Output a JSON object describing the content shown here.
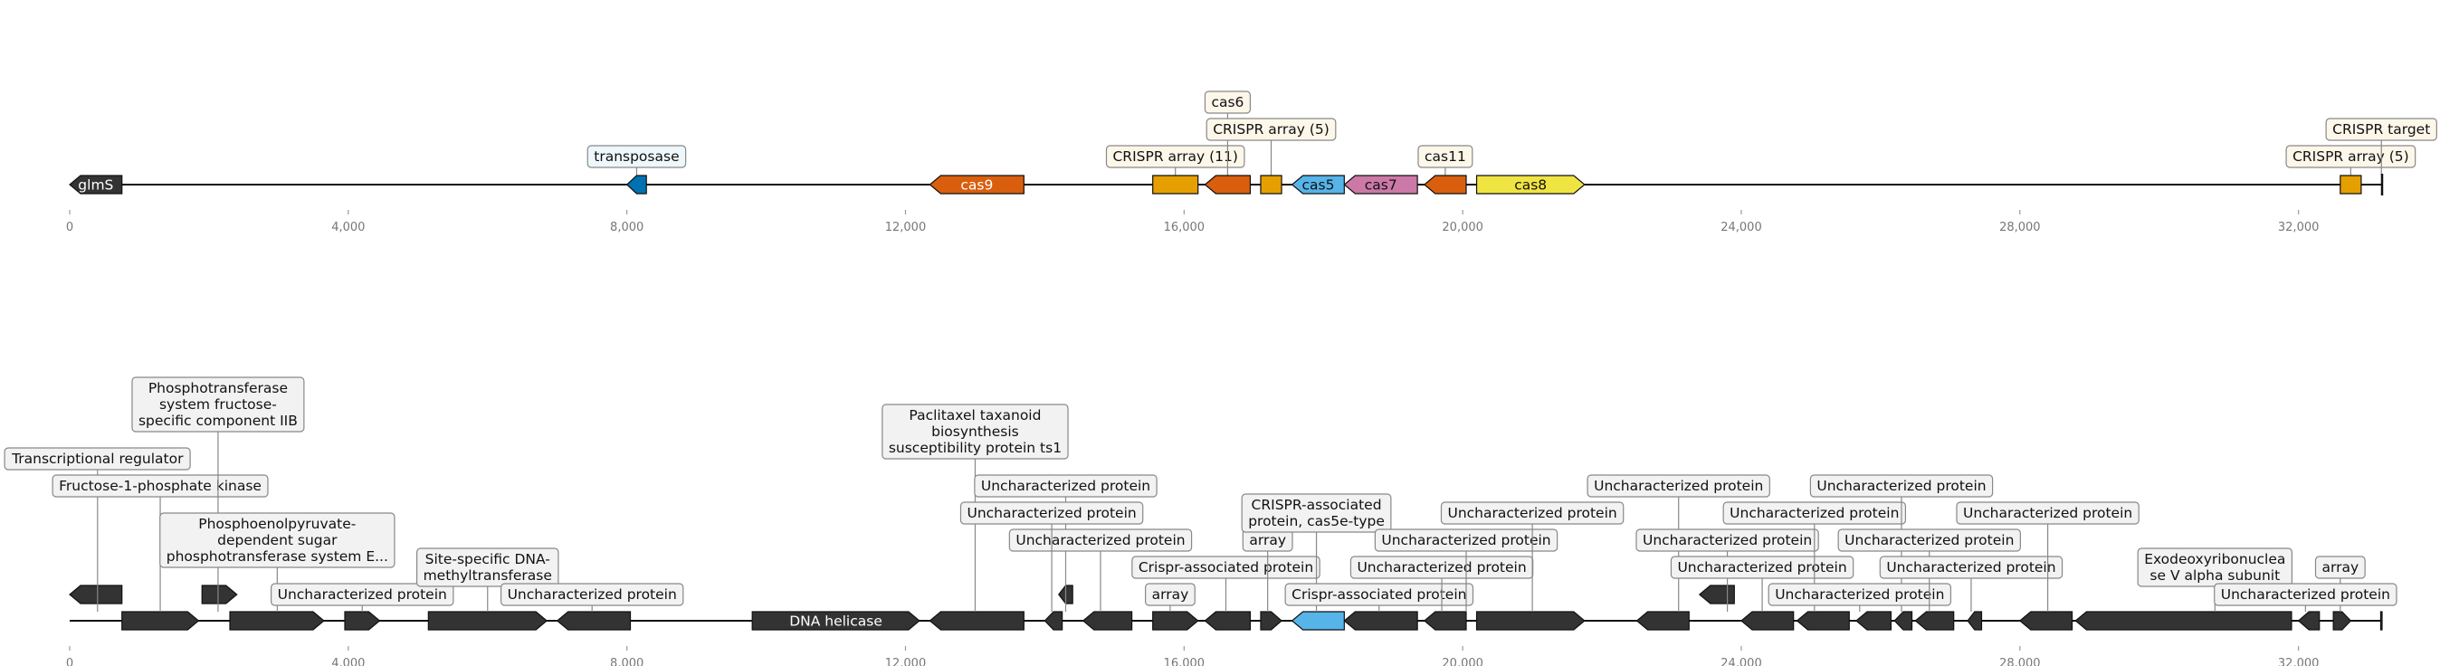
{
  "colors": {
    "dark": "#333333",
    "orange": "#D95F0E",
    "amber": "#E69F00",
    "blue": "#56B4E9",
    "darkblue": "#0072B2",
    "pink": "#CC79A7",
    "yellow": "#F0E442",
    "label_bg_warm": "#fdf7ea",
    "label_bg_cool": "#eef7fb",
    "label_bg_grey": "#f2f2f2"
  },
  "axis": {
    "start": 0,
    "end": 33200,
    "ticks": [
      0,
      4000,
      8000,
      12000,
      16000,
      20000,
      24000,
      28000,
      32000
    ],
    "tick_labels": [
      "0",
      "4,000",
      "8,000",
      "12,000",
      "16,000",
      "20,000",
      "24,000",
      "28,000",
      "32,000"
    ]
  },
  "top_track": {
    "features": [
      {
        "id": "glmS",
        "start": 0,
        "end": 750,
        "strand": -1,
        "color": "dark",
        "inner": "glmS",
        "inner_color": "#ffffff"
      },
      {
        "id": "transposase",
        "start": 8000,
        "end": 8280,
        "strand": -1,
        "color": "darkblue",
        "label": "transposase",
        "label_bg": "label_bg_cool",
        "row": 1
      },
      {
        "id": "cas9",
        "start": 12350,
        "end": 13700,
        "strand": -1,
        "color": "orange",
        "inner": "cas9",
        "inner_color": "#ffffff"
      },
      {
        "id": "crispr11",
        "start": 15550,
        "end": 16200,
        "strand": 0,
        "color": "amber",
        "label": "CRISPR array (11)",
        "label_bg": "label_bg_warm",
        "row": 1
      },
      {
        "id": "cas6",
        "start": 16300,
        "end": 16950,
        "strand": -1,
        "color": "orange",
        "label": "cas6",
        "label_bg": "label_bg_warm",
        "row": 3
      },
      {
        "id": "crispr5a",
        "start": 17100,
        "end": 17400,
        "strand": 0,
        "color": "amber",
        "label": "CRISPR array (5)",
        "label_bg": "label_bg_warm",
        "row": 2
      },
      {
        "id": "cas5",
        "start": 17550,
        "end": 18300,
        "strand": -1,
        "color": "blue",
        "inner": "cas5",
        "inner_color": "#111111"
      },
      {
        "id": "cas7",
        "start": 18300,
        "end": 19350,
        "strand": -1,
        "color": "pink",
        "inner": "cas7",
        "inner_color": "#111111"
      },
      {
        "id": "cas11",
        "start": 19450,
        "end": 20050,
        "strand": -1,
        "color": "orange",
        "label": "cas11",
        "label_bg": "label_bg_warm",
        "row": 1
      },
      {
        "id": "cas8",
        "start": 20200,
        "end": 21750,
        "strand": 1,
        "color": "yellow",
        "inner": "cas8",
        "inner_color": "#111111"
      },
      {
        "id": "crispr5b",
        "start": 32600,
        "end": 32900,
        "strand": 0,
        "color": "amber",
        "label": "CRISPR array (5)",
        "label_bg": "label_bg_warm",
        "row": 1
      },
      {
        "id": "target",
        "start": 33180,
        "end": 33200,
        "strand": 0,
        "color": "dark",
        "marker": true,
        "label": "CRISPR target",
        "label_bg": "label_bg_warm",
        "row": 2
      }
    ]
  },
  "bottom_track": {
    "features": [
      {
        "id": "g1",
        "start": 0,
        "end": 750,
        "strand": -1,
        "level": 1
      },
      {
        "id": "g2",
        "start": 750,
        "end": 1850,
        "strand": 1,
        "level": 0,
        "label": "Transcriptional regulator",
        "row": 6,
        "anchor": 400
      },
      {
        "id": "g3",
        "start": 1900,
        "end": 2400,
        "strand": 1,
        "level": 1,
        "label": "Fructose-1-phosphate kinase",
        "row": 5,
        "anchor": 1300
      },
      {
        "id": "g4",
        "start": 2300,
        "end": 3650,
        "strand": 1,
        "level": 0,
        "label": "Phosphotransferase\nsystem fructose-\nspecific component IIB",
        "row": 8,
        "anchor": 2130
      },
      {
        "id": "g5",
        "start": 3950,
        "end": 4450,
        "strand": 1,
        "level": 0,
        "label": "Phosphoenolpyruvate-\ndependent sugar\nphosphotransferase system E...",
        "row": 3,
        "anchor": 2980
      },
      {
        "id": "g6",
        "start": 5150,
        "end": 6850,
        "strand": 1,
        "level": 0,
        "label": "Uncharacterized protein",
        "row": 1,
        "anchor": 4200
      },
      {
        "id": "g7",
        "start": 7000,
        "end": 8050,
        "strand": -1,
        "level": 0,
        "label": "Site-specific DNA-\nmethyltransferase",
        "row": 2,
        "anchor": 6000
      },
      {
        "id": "g8",
        "start": 9800,
        "end": 12200,
        "strand": 1,
        "level": 0,
        "inner": "DNA helicase",
        "label": "Uncharacterized protein",
        "row": 1,
        "anchor": 7500
      },
      {
        "id": "g9",
        "start": 12350,
        "end": 13700,
        "strand": -1,
        "level": 0,
        "label": "Paclitaxel taxanoid\nbiosynthesis\nsusceptibility protein ts1",
        "row": 7,
        "anchor": 13000
      },
      {
        "id": "g10",
        "start": 14000,
        "end": 14250,
        "strand": -1,
        "level": 0
      },
      {
        "id": "g11",
        "start": 14200,
        "end": 14400,
        "strand": -1,
        "level": 1,
        "label": "Uncharacterized protein",
        "row": 5,
        "anchor": 14300
      },
      {
        "id": "g12",
        "start": 14550,
        "end": 15250,
        "strand": -1,
        "level": 0,
        "label": "Uncharacterized protein",
        "row": 3,
        "anchor": 14800
      },
      {
        "id": "g13",
        "start": 15550,
        "end": 16200,
        "strand": 1,
        "level": 0,
        "label": "Uncharacterized protein",
        "row": 4,
        "anchor": 14100
      },
      {
        "id": "g14",
        "start": 16300,
        "end": 16950,
        "strand": -1,
        "level": 0,
        "label": "array",
        "row": 1,
        "anchor": 15800
      },
      {
        "id": "g15",
        "start": 17100,
        "end": 17400,
        "strand": 1,
        "level": 0,
        "label": "Crispr-associated protein",
        "row": 2,
        "anchor": 16600
      },
      {
        "id": "g16",
        "start": 17550,
        "end": 18300,
        "strand": -1,
        "level": 0,
        "highlight": true,
        "label": "array",
        "row": 3,
        "anchor": 17200
      },
      {
        "id": "g17",
        "start": 18300,
        "end": 19350,
        "strand": -1,
        "level": 0,
        "label": "CRISPR-associated\nprotein, cas5e-type",
        "row": 4,
        "anchor": 17900
      },
      {
        "id": "g18",
        "start": 19450,
        "end": 20050,
        "strand": -1,
        "level": 0,
        "label": "Crispr-associated protein",
        "row": 1,
        "anchor": 18800
      },
      {
        "id": "g19",
        "start": 20200,
        "end": 21750,
        "strand": 1,
        "level": 0,
        "label": "Uncharacterized protein",
        "row": 2,
        "anchor": 19700
      },
      {
        "id": "g20",
        "start": 22500,
        "end": 23250,
        "strand": -1,
        "level": 0,
        "label": "Uncharacterized protein",
        "row": 3,
        "anchor": 20050
      },
      {
        "id": "g21",
        "start": 23400,
        "end": 23900,
        "strand": -1,
        "level": 1,
        "label": "Uncharacterized protein",
        "row": 4,
        "anchor": 21000
      },
      {
        "id": "g22",
        "start": 24000,
        "end": 24750,
        "strand": -1,
        "level": 0,
        "label": "Uncharacterized protein",
        "row": 5,
        "anchor": 23100
      },
      {
        "id": "g23",
        "start": 24800,
        "end": 25550,
        "strand": -1,
        "level": 0,
        "label": "Uncharacterized protein",
        "row": 3,
        "anchor": 23800
      },
      {
        "id": "g24",
        "start": 25650,
        "end": 26150,
        "strand": -1,
        "level": 0,
        "label": "Uncharacterized protein",
        "row": 2,
        "anchor": 24300
      },
      {
        "id": "g25",
        "start": 26200,
        "end": 26450,
        "strand": -1,
        "level": 0,
        "label": "Uncharacterized protein",
        "row": 4,
        "anchor": 25050
      },
      {
        "id": "g26",
        "start": 26500,
        "end": 27050,
        "strand": -1,
        "level": 0,
        "label": "Uncharacterized protein",
        "row": 5,
        "anchor": 26300
      },
      {
        "id": "g27",
        "start": 27250,
        "end": 27450,
        "strand": -1,
        "level": 0,
        "label": "Uncharacterized protein",
        "row": 1,
        "anchor": 25700
      },
      {
        "id": "g28",
        "start": 28000,
        "end": 28750,
        "strand": -1,
        "level": 0,
        "label": "Uncharacterized protein",
        "row": 3,
        "anchor": 26700
      },
      {
        "id": "g29",
        "start": 28800,
        "end": 31900,
        "strand": -1,
        "level": 0,
        "label": "Uncharacterized protein",
        "row": 2,
        "anchor": 27300
      },
      {
        "id": "g30",
        "start": 32000,
        "end": 32300,
        "strand": -1,
        "level": 0,
        "label": "Uncharacterized protein",
        "row": 4,
        "anchor": 28400
      },
      {
        "id": "g31",
        "start": 32500,
        "end": 32750,
        "strand": 1,
        "level": 0,
        "label": "Exodeoxyribonuclea\nse V alpha subunit",
        "row": 2,
        "anchor": 30800
      },
      {
        "id": "g32",
        "start": 33180,
        "end": 33200,
        "strand": 0,
        "level": 0,
        "label": "array",
        "row": 2,
        "anchor": 32600
      },
      {
        "id": "g33",
        "start": 33200,
        "end": 33200,
        "strand": 0,
        "level": 0,
        "label": "Uncharacterized protein",
        "row": 1,
        "anchor": 32100
      }
    ]
  }
}
